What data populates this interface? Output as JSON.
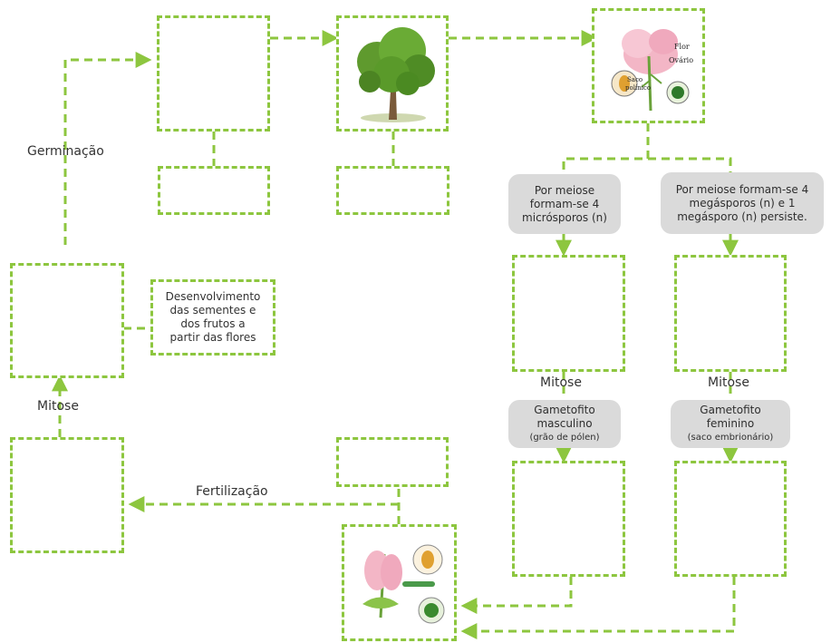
{
  "labels": {
    "germination": "Germinação",
    "mitosis_left": "Mitose",
    "fertilization": "Fertilização",
    "mitosis_mid": "Mitose",
    "mitosis_right": "Mitose"
  },
  "note": {
    "lines": [
      "Desenvolvimento",
      "das sementes e",
      "dos frutos a",
      "partir das flores"
    ]
  },
  "pills": {
    "micro": {
      "lines": [
        "Por meiose",
        "formam-se 4",
        "micrósporos (n)"
      ]
    },
    "mega": {
      "lines": [
        "Por meiose formam-se 4",
        "megásporos (n) e 1",
        "megásporo (n) persiste."
      ]
    },
    "male": {
      "line1": "Gametofito",
      "line2": "masculino",
      "line3": "(grão de pólen)"
    },
    "female": {
      "line1": "Gametofito",
      "line2": "feminino",
      "line3": "(saco embrionário)"
    }
  },
  "flower_image": {
    "flor": "Flor",
    "ovario": "Ovário",
    "saco": "Saco",
    "polinico": "polínico"
  },
  "colors": {
    "dash": "#8dc63f",
    "pill": "#dadada"
  }
}
